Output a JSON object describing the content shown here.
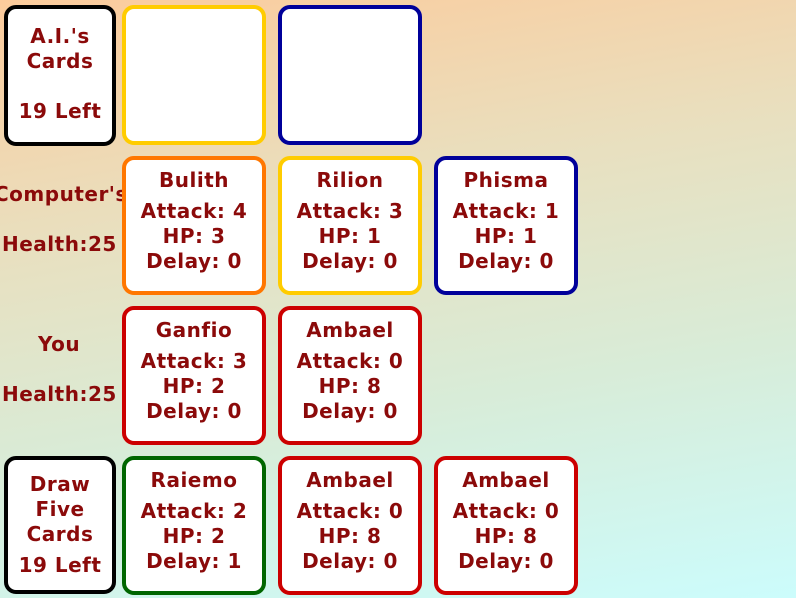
{
  "ai_deck": {
    "line1": "A.I.'s",
    "line2": "Cards",
    "count": "19 Left"
  },
  "player_deck": {
    "line1": "Draw",
    "line2": "Five",
    "line3": "Cards",
    "count": "19 Left"
  },
  "computer": {
    "name": "Computer's",
    "health": "Health:25"
  },
  "player": {
    "name": "You",
    "health": "Health:25"
  },
  "ai_hand": [
    {
      "border": "#ffcc00"
    },
    {
      "border": "#00009a"
    }
  ],
  "ai_field": [
    {
      "name": "Bulith",
      "attack": "Attack: 4",
      "hp": "HP: 3",
      "delay": "Delay: 0",
      "border": "#ff7700"
    },
    {
      "name": "Rilion",
      "attack": "Attack: 3",
      "hp": "HP: 1",
      "delay": "Delay: 0",
      "border": "#ffcc00"
    },
    {
      "name": "Phisma",
      "attack": "Attack: 1",
      "hp": "HP: 1",
      "delay": "Delay: 0",
      "border": "#00009a"
    }
  ],
  "player_field": [
    {
      "name": "Ganfio",
      "attack": "Attack: 3",
      "hp": "HP: 2",
      "delay": "Delay: 0",
      "border": "#cc0000"
    },
    {
      "name": "Ambael",
      "attack": "Attack: 0",
      "hp": "HP: 8",
      "delay": "Delay: 0",
      "border": "#cc0000"
    }
  ],
  "player_hand": [
    {
      "name": "Raiemo",
      "attack": "Attack: 2",
      "hp": "HP: 2",
      "delay": "Delay: 1",
      "border": "#006600"
    },
    {
      "name": "Ambael",
      "attack": "Attack: 0",
      "hp": "HP: 8",
      "delay": "Delay: 0",
      "border": "#cc0000"
    },
    {
      "name": "Ambael",
      "attack": "Attack: 0",
      "hp": "HP: 8",
      "delay": "Delay: 0",
      "border": "#cc0000"
    }
  ]
}
